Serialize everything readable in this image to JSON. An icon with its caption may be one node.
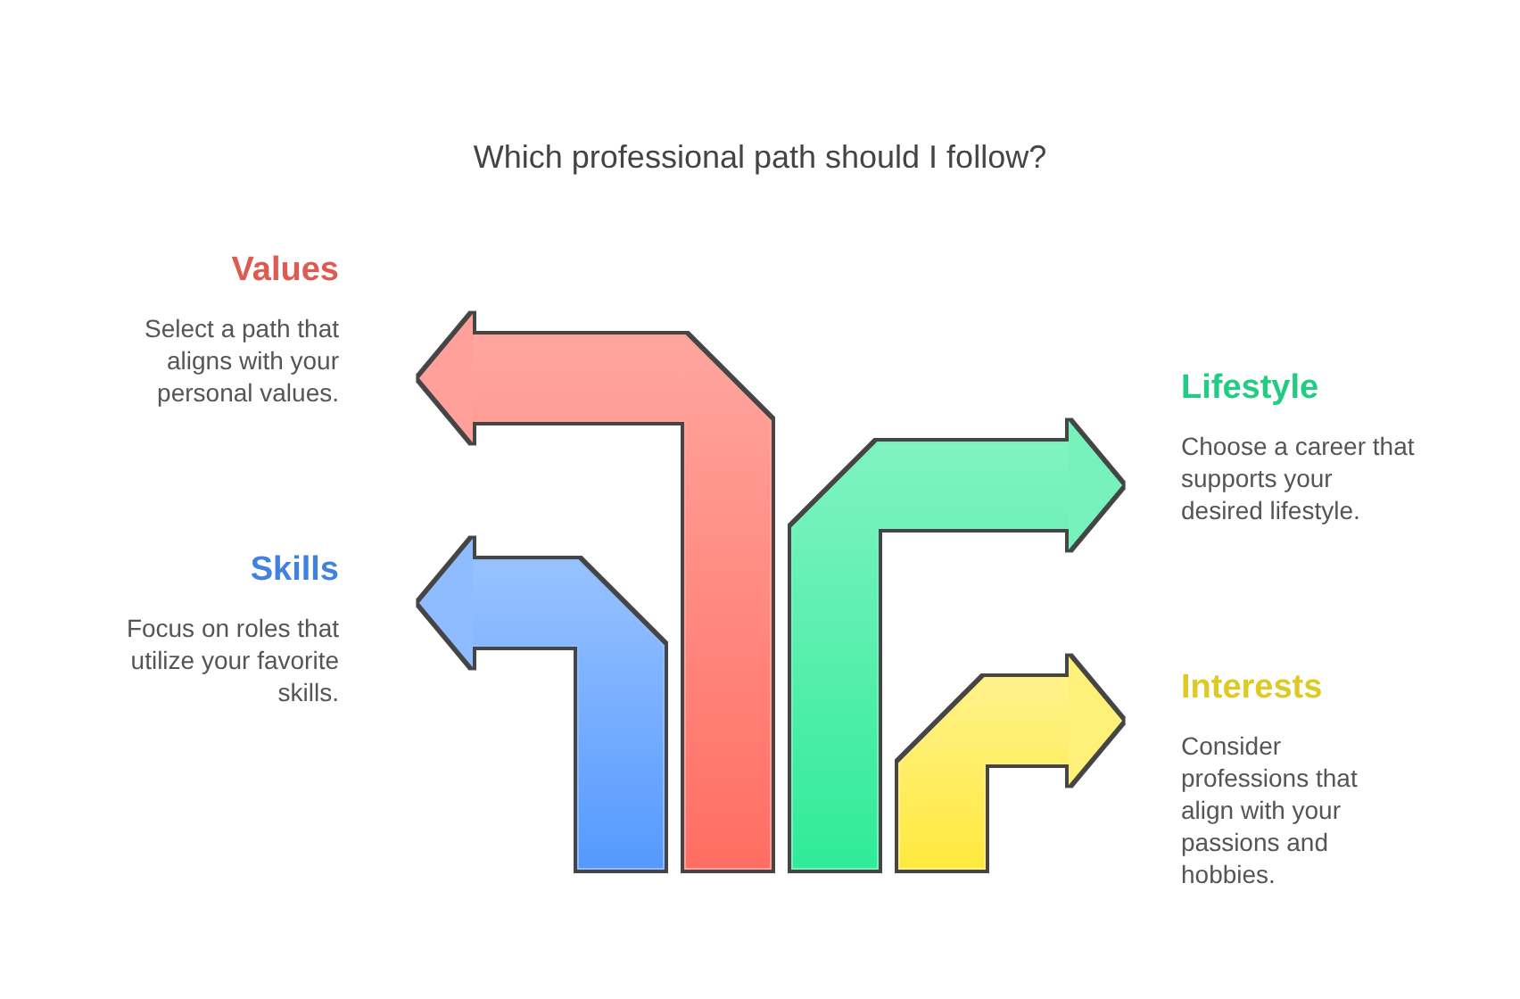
{
  "diagram": {
    "title": "Which professional path should I follow?",
    "nodes": [
      {
        "text": [
          "Values",
          "Select a path that aligns with your personal values."
        ]
      },
      {
        "text": [
          "Lifestyle",
          "Choose a career that supports your desired lifestyle."
        ]
      },
      {
        "text": [
          "Skills",
          "Focus on roles that utilize your favorite skills."
        ]
      },
      {
        "text": [
          "Interests",
          "Consider professions that align with your passions and hobbies."
        ]
      }
    ],
    "edges": [
      {
        "from": null,
        "to": 0,
        "arrow": "to",
        "color": "#ffa19a"
      },
      {
        "from": null,
        "to": 1,
        "arrow": "to",
        "color": "#78f2bd"
      },
      {
        "from": null,
        "to": 2,
        "arrow": "to",
        "color": "#8fbcff"
      },
      {
        "from": null,
        "to": 3,
        "arrow": "to",
        "color": "#fff07a"
      }
    ]
  }
}
